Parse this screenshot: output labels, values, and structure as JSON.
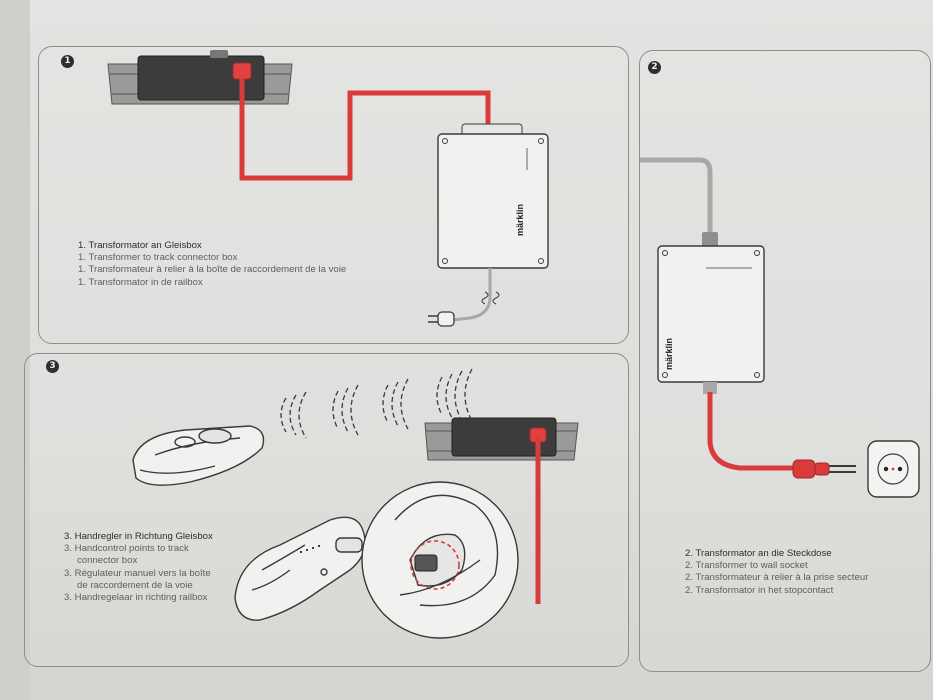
{
  "badges": {
    "panel1": "1",
    "panel2": "2",
    "panel3": "3"
  },
  "transformer": {
    "logo": "märklin"
  },
  "captions": {
    "panel1": [
      "1. Transformator an Gleisbox",
      "1. Transformer to track connector box",
      "1. Transformateur à relier à la boîte de raccordement de la voie",
      "1. Transformator in de railbox"
    ],
    "panel2": [
      "2. Transformator an die Steckdose",
      "2. Transformer to wall socket",
      "2. Transformateur à relier à la prise secteur",
      "2. Transformator in het stopcontact"
    ],
    "panel3": [
      "3. Handregler in Richtung Gleisbox",
      "3. Handcontrol points to track",
      "connector box",
      "3. Régulateur manuel vers la boîte",
      "de raccordement de la voie",
      "3. Handregelaar in richting railbox"
    ]
  },
  "colors": {
    "cable": "#d93a3a",
    "outline": "#3a3a3a",
    "grey_cable": "#a8a8a6"
  }
}
